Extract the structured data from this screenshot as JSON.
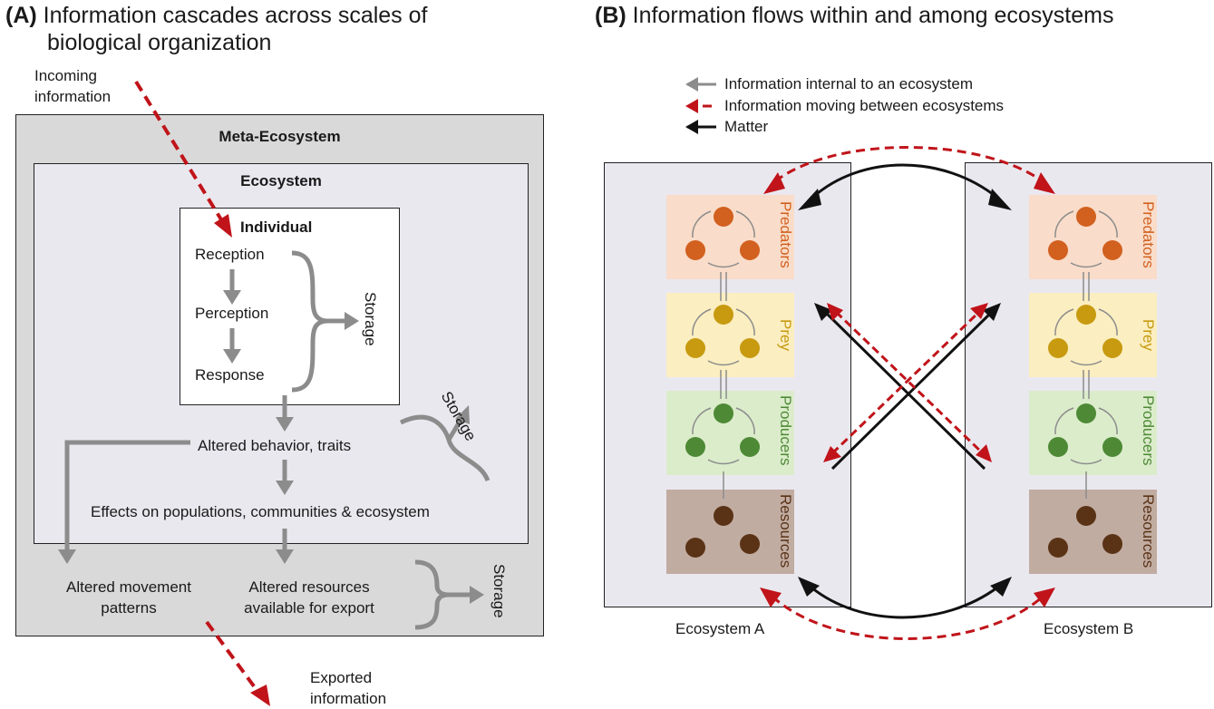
{
  "panel_a": {
    "letter": "(A)",
    "title_line1": "Information cascades across scales of",
    "title_line2": "biological organization",
    "incoming_line1": "Incoming",
    "incoming_line2": "information",
    "meta_ecosystem": "Meta-Ecosystem",
    "ecosystem": "Ecosystem",
    "individual": "Individual",
    "reception": "Reception",
    "perception": "Perception",
    "response": "Response",
    "storage": "Storage",
    "altered_behavior": "Altered behavior, traits",
    "effects": "Effects on populations, communities & ecosystem",
    "movement_line1": "Altered movement",
    "movement_line2": "patterns",
    "resources_line1": "Altered resources",
    "resources_line2": "available for export",
    "exported_line1": "Exported",
    "exported_line2": "information"
  },
  "panel_b": {
    "letter": "(B)",
    "title": "Information flows within and among ecosystems",
    "legend": [
      {
        "label": "Information internal to an ecosystem",
        "style": "solid",
        "color": "#8c8c8c"
      },
      {
        "label": "Information moving between ecosystems",
        "style": "dashed",
        "color": "#c0141a"
      },
      {
        "label": "Matter",
        "style": "solid",
        "color": "#111111"
      }
    ],
    "levels": {
      "predators": "Predators",
      "prey": "Prey",
      "producers": "Producers",
      "resources": "Resources"
    },
    "ecosystem_a": "Ecosystem A",
    "ecosystem_b": "Ecosystem B"
  },
  "colors": {
    "meta_bg": "#d9d9d9",
    "eco_bg": "#eae8ef",
    "red": "#c0141a",
    "gray_arrow": "#8c8c8c",
    "predators_bg": "#f9dcc9",
    "predators_fg": "#d2601f",
    "prey_bg": "#fbeec0",
    "prey_fg": "#c79a10",
    "producers_bg": "#dbeccb",
    "producers_fg": "#4e8a36",
    "resources_bg": "#c1aca2",
    "resources_fg": "#5a3316"
  }
}
